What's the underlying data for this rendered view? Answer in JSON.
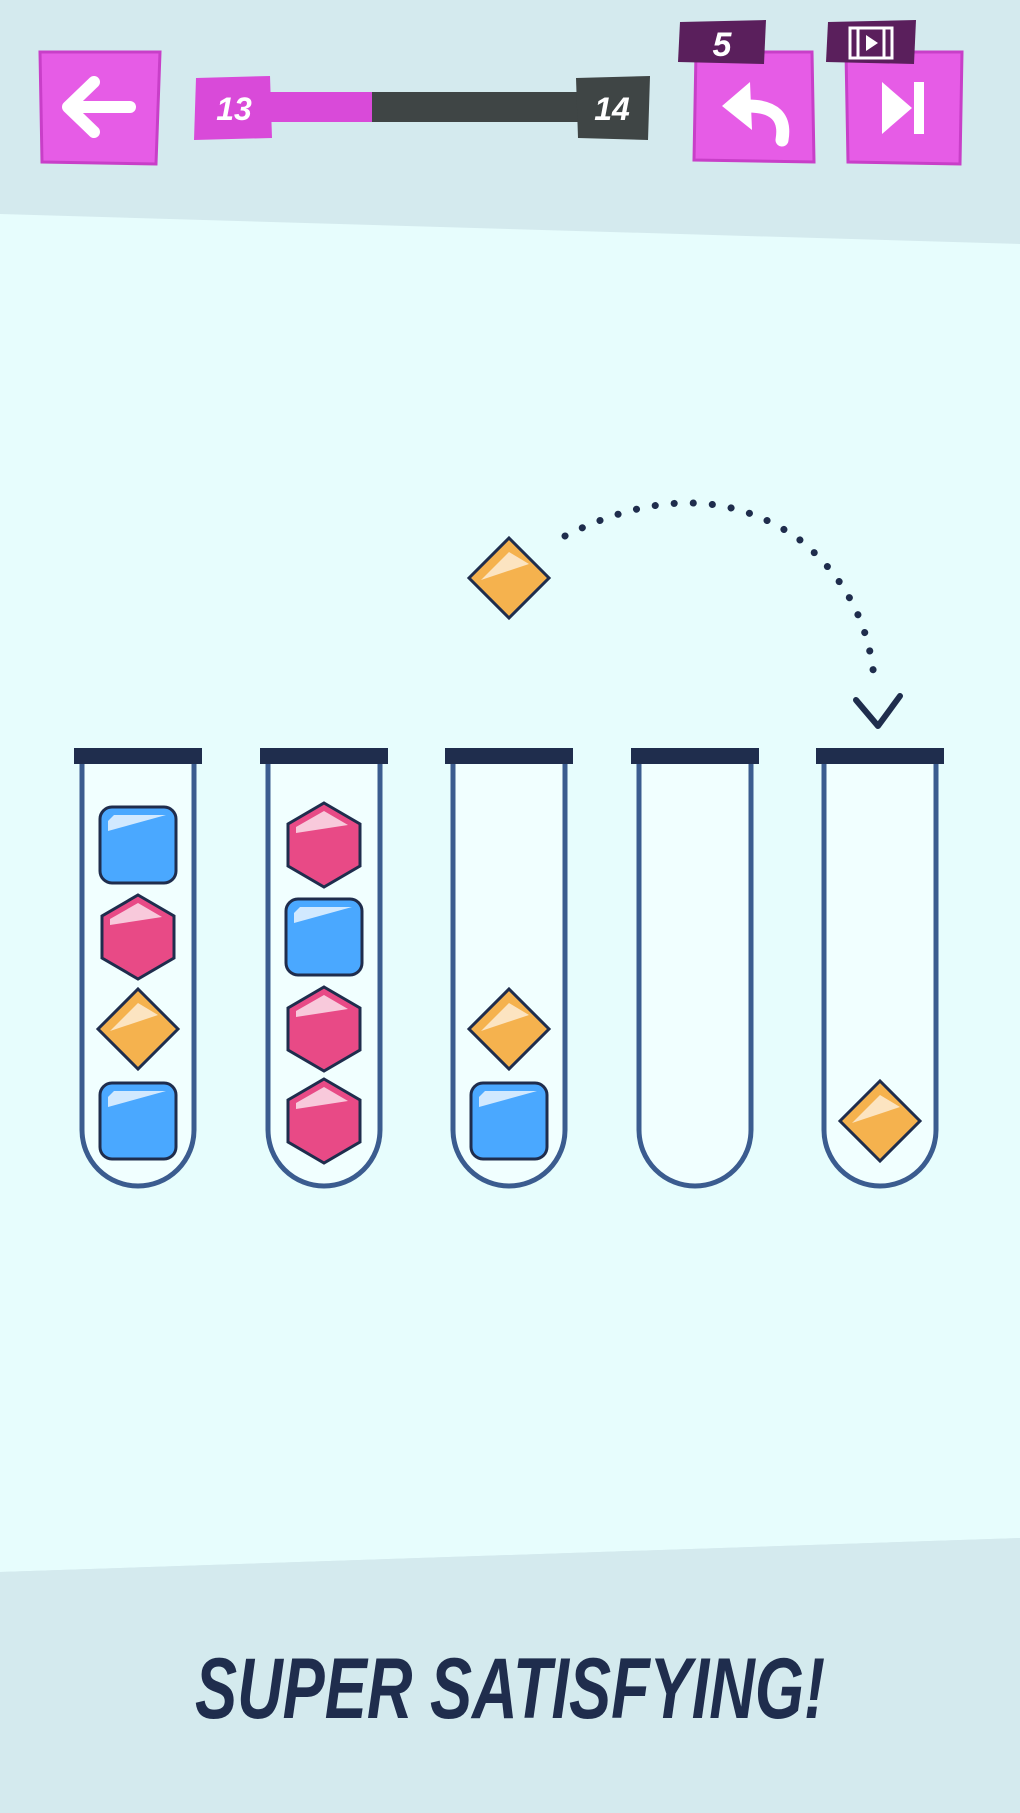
{
  "colors": {
    "header_bg": "#d4eaee",
    "play_bg": "#e7fdfd",
    "footer_bg": "#d4eaee",
    "button_pink": "#e65ce6",
    "button_pink_edge": "#c83fc8",
    "badge_purple": "#5a1f5c",
    "progress_fill": "#d94ad9",
    "progress_empty": "#3f4545",
    "tube_outline": "#3b5c8f",
    "tube_cap": "#1f2d4d",
    "gem_outline": "#1f2d4d",
    "blue": "#4aa8ff",
    "pink": "#e84a86",
    "orange": "#f5b24e",
    "text_dark": "#1f2d4d"
  },
  "header": {
    "back_icon": "arrow-left-icon",
    "level_current": "13",
    "level_next": "14",
    "progress": 0.35,
    "undo_count": "5",
    "undo_icon": "undo-arrow-icon",
    "skip_badge_icon": "film-video-icon",
    "skip_icon": "skip-forward-icon"
  },
  "board": {
    "tubes": [
      {
        "gems_top_to_bottom": [
          "blue-square",
          "pink-hexagon",
          "orange-diamond",
          "blue-square"
        ]
      },
      {
        "gems_top_to_bottom": [
          "pink-hexagon",
          "blue-square",
          "pink-hexagon",
          "pink-hexagon"
        ]
      },
      {
        "gems_top_to_bottom": [
          "orange-diamond",
          "blue-square"
        ]
      },
      {
        "gems_top_to_bottom": []
      },
      {
        "gems_top_to_bottom": [
          "orange-diamond"
        ]
      }
    ],
    "moving_gem": "orange-diamond",
    "move_from_tube": 3,
    "move_to_tube": 5
  },
  "footer": {
    "tagline": "SUPER SATISFYING!"
  }
}
